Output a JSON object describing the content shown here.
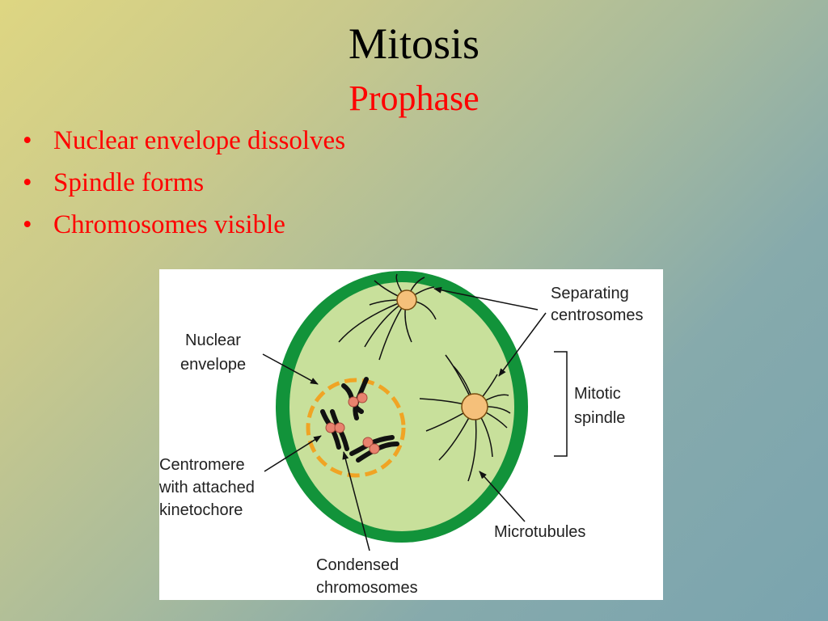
{
  "slide": {
    "title": "Mitosis",
    "subtitle": "Prophase",
    "bullets": [
      "Nuclear envelope dissolves",
      "Spindle forms",
      "Chromosomes visible"
    ]
  },
  "diagram": {
    "labels": {
      "separating_1": "Separating",
      "separating_2": "centrosomes",
      "mitotic_1": "Mitotic",
      "mitotic_2": "spindle",
      "nuclear_1": "Nuclear",
      "nuclear_2": "envelope",
      "centromere_1": "Centromere",
      "centromere_2": "with attached",
      "centromere_3": "kinetochore",
      "microtubules": "Microtubules",
      "condensed_1": "Condensed",
      "condensed_2": "chromosomes"
    },
    "colors": {
      "cell_wall": "#12933a",
      "cytoplasm": "#c8e09b",
      "nuclear_envelope": "#f0a424",
      "centrosome": "#f5c07a",
      "centromere": "#e8826e",
      "chromosome": "#111111"
    }
  }
}
